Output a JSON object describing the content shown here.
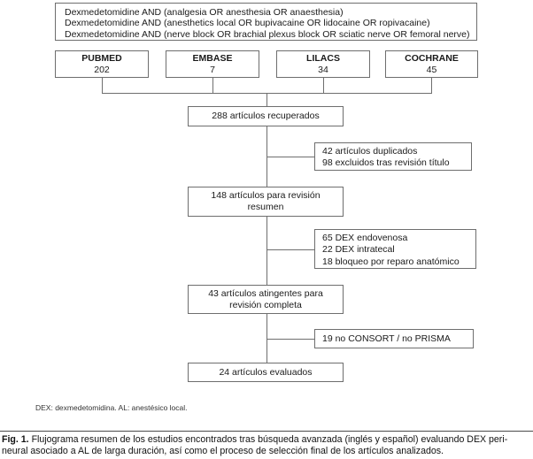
{
  "colors": {
    "box_border": "#6e6e6e",
    "connector_line": "#6e6e6e",
    "text": "#1a1a1a"
  },
  "search_strategy": {
    "lines": [
      "Dexmedetomidine AND (analgesia OR anesthesia OR anaesthesia)",
      "Dexmedetomidine AND (anesthetics local OR bupivacaine OR lidocaine OR ropivacaine)",
      "Dexmedetomidine AND (nerve block OR brachial plexus block OR sciatic nerve OR femoral nerve)"
    ]
  },
  "databases": [
    {
      "name": "PUBMED",
      "count": "202"
    },
    {
      "name": "EMBASE",
      "count": "7"
    },
    {
      "name": "LILACS",
      "count": "34"
    },
    {
      "name": "COCHRANE",
      "count": "45"
    }
  ],
  "flow": {
    "retrieved": "288 artículos recuperados",
    "excluded_title": {
      "lines": [
        "42 artículos duplicados",
        "98 excluidos tras revisión título"
      ]
    },
    "abstract_review": {
      "lines": [
        "148 artículos para revisión",
        "resumen"
      ]
    },
    "excluded_type": {
      "lines": [
        "65 DEX endovenosa",
        "22 DEX intratecal",
        "18 bloqueo por reparo anatómico"
      ]
    },
    "full_review": {
      "lines": [
        "43 artículos atingentes para",
        "revisión completa"
      ]
    },
    "excluded_reporting": "19 no CONSORT / no PRISMA",
    "evaluated": "24 artículos evaluados"
  },
  "footnote": "DEX: dexmedetomidina. AL: anestésico local.",
  "caption": {
    "label": "Fig. 1.",
    "line1": "Flujograma resumen de los estudios encontrados tras búsqueda avanzada (inglés y español) evaluando DEX peri-",
    "line2": "neural asociado a AL de larga duración, así como el proceso de selección final de los artículos analizados."
  }
}
